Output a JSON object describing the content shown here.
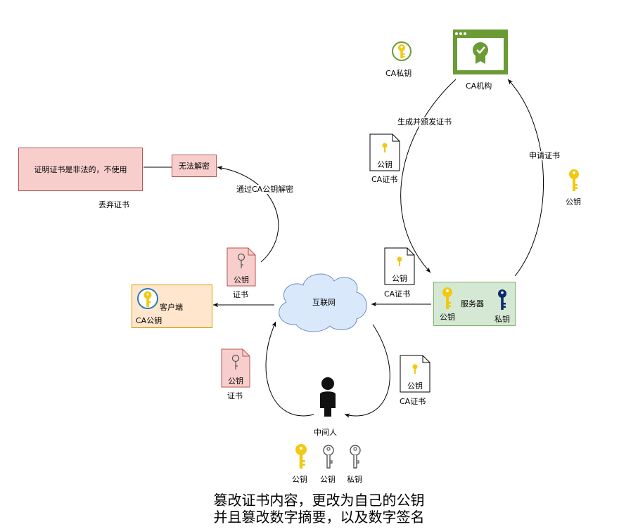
{
  "nodes": {
    "ca_org": "CA机构",
    "ca_private_key": "CA私钥",
    "server": "服务器",
    "server_public_key": "公钥",
    "server_private_key": "私钥",
    "internet": "互联网",
    "client": "客户端",
    "client_ca_public_key": "CA公钥",
    "mitm": "中间人",
    "mitm_keys": [
      "公钥",
      "公钥",
      "私钥"
    ],
    "cannot_decrypt": "无法解密",
    "invalid_cert": "证明证书是非法的，不使用",
    "discard_cert": "丢弃证书"
  },
  "edges": {
    "generate_issue": "生成并颁发证书",
    "apply_cert": "申请证书",
    "apply_public_key": "公钥",
    "decrypt_with_ca": "通过CA公钥解密"
  },
  "documents": {
    "ca_cert_1": {
      "text": "公钥",
      "caption": "CA证书"
    },
    "ca_cert_2": {
      "text": "公钥",
      "caption": "CA证书"
    },
    "ca_cert_3": {
      "text": "公钥",
      "caption": "CA证书"
    },
    "cert_to_client": {
      "text": "公钥",
      "caption": "证书"
    },
    "cert_from_mitm": {
      "text": "公钥",
      "caption": "证书"
    }
  },
  "caption": {
    "line1": "篡改证书内容，更改为自己的公钥",
    "line2": "并且篡改数字摘要，以及数字签名"
  },
  "colors": {
    "ca_green": "#6a9b34",
    "server_fill": "#d5e8d4",
    "server_stroke": "#82b366",
    "client_fill": "#ffe6cc",
    "client_stroke": "#d79b00",
    "red_fill": "#f8cecc",
    "red_stroke": "#b85450",
    "cloud_fill": "#dae8fc",
    "key_gold": "#f2c811",
    "key_navy": "#0d2a6e"
  },
  "icons": [
    "ca-certificate-icon",
    "key-icon",
    "person-icon",
    "cloud-icon",
    "document-icon"
  ]
}
